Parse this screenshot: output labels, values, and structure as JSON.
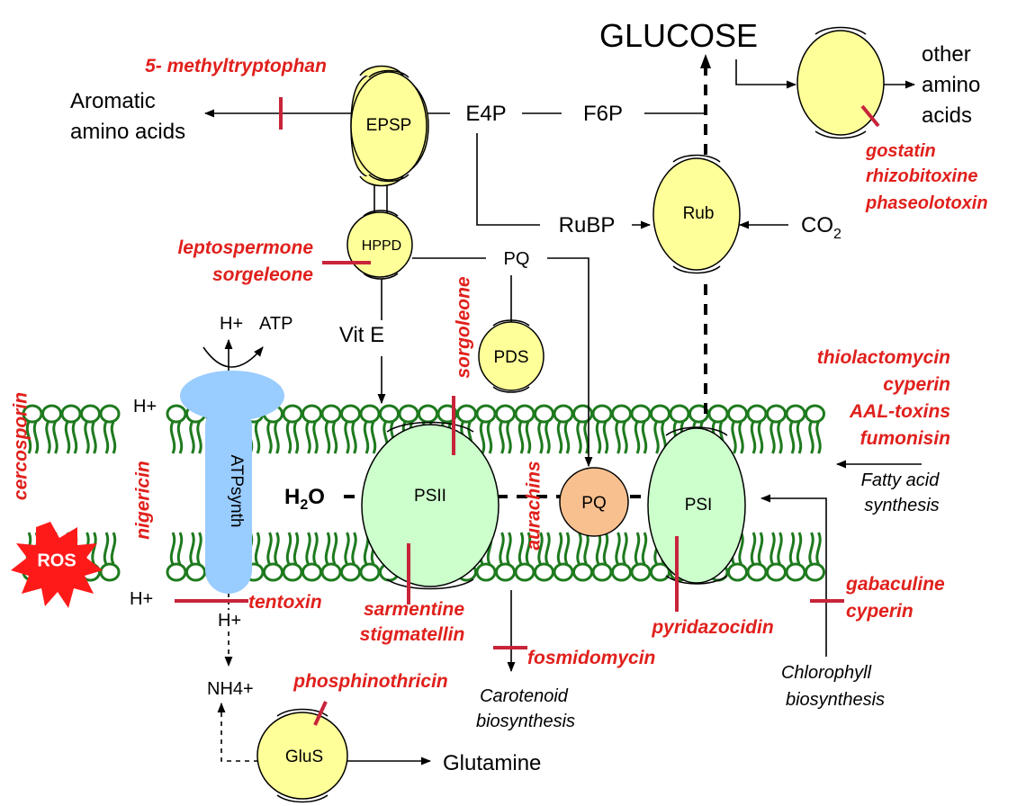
{
  "labels": {
    "glucose": "GLUCOSE",
    "aromatic_line1": "Aromatic",
    "aromatic_line2": "amino acids",
    "other_line1": "other",
    "other_line2": "amino",
    "other_line3": "acids",
    "e4p": "E4P",
    "f6p": "F6P",
    "rubp": "RuBP",
    "co2_main": "CO",
    "co2_sub": "2",
    "pq_top": "PQ",
    "vit_e": "Vit E",
    "h_plus_atp": "H+",
    "atp": "ATP",
    "h_plus_left_top": "H+",
    "h_plus_left_bottom": "H+",
    "h_plus_below": "H+",
    "nh4": "NH4+",
    "glutamine": "Glutamine",
    "h2o_main": "H",
    "h2o_sub": "2",
    "h2o_end": "O",
    "carotenoid_line1": "Carotenoid",
    "carotenoid_line2": "biosynthesis",
    "fatty_line1": "Fatty acid",
    "fatty_line2": "synthesis",
    "chlorophyll_line1": "Chlorophyll",
    "chlorophyll_line2": "biosynthesis",
    "ros": "ROS"
  },
  "enzymes": {
    "epsp": "EPSP",
    "hppd": "HPPD",
    "rub": "Rub",
    "pds": "PDS",
    "glus": "GluS",
    "atpsynth": "ATPsynth",
    "psii": "PSII",
    "psi": "PSI",
    "pq_complex": "PQ"
  },
  "inhibitors": {
    "methyltryptophan": "5- methyltryptophan",
    "gostatin": "gostatin",
    "rhizobitoxine": "rhizobitoxine",
    "phaseolotoxin": "phaseolotoxin",
    "leptospermone": "leptospermone",
    "sorgeleone_hppd": "sorgeleone",
    "sorgoleone_vertical": "sorgoleone",
    "thiolactomycin": "thiolactomycin",
    "cyperin_top": "cyperin",
    "aal_toxins": "AAL-toxins",
    "fumonisin": "fumonisin",
    "cercosporin": "cercosporin",
    "nigericin": "nigericin",
    "aurachins": "aurachins",
    "tentoxin": "tentoxin",
    "sarmentine": "sarmentine",
    "stigmatellin": "stigmatellin",
    "fosmidomycin": "fosmidomycin",
    "pyridazocidin": "pyridazocidin",
    "gabaculine": "gabaculine",
    "cyperin_bottom": "cyperin",
    "phosphinothricin": "phosphinothricin"
  },
  "colors": {
    "enzyme_fill": "#ffff99",
    "photosystem_fill": "#ccffcc",
    "atp_synthase_fill": "#99ccff",
    "pq_fill": "#f9c08f",
    "membrane": "#1e7a1e",
    "inhibitor_text": "#e0201c",
    "inhibitor_bar": "#c8243a",
    "ros_burst": "#ff1a1a"
  }
}
